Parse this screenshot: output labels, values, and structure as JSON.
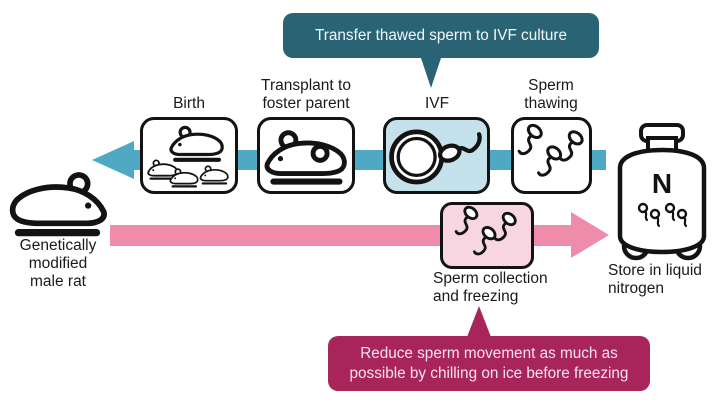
{
  "callouts": {
    "top": "Transfer thawed sperm to IVF culture",
    "bottom": "Reduce sperm movement as much as\npossible by chilling on ice before freezing"
  },
  "steps": {
    "birth": "Birth",
    "transplant": "Transplant to\nfoster parent",
    "ivf": "IVF",
    "thawing": "Sperm\nthawing",
    "collection": "Sperm collection\nand freezing",
    "store": "Store in liquid\nnitrogen",
    "source": "Genetically\nmodified\nmale rat"
  },
  "tank": {
    "letter": "N"
  },
  "icons": {
    "source-rat-icon": "adult rat outline facing right",
    "birth-icon": "mother rat with three pups",
    "foster-rat-icon": "rat outline with embryo circle",
    "egg-sperm-icon": "egg cell with approaching sperm",
    "thawed-sperm-icon": "three sperm cells",
    "collected-sperm-icon": "three sperm cells",
    "nitrogen-tank-icon": "liquid nitrogen dewar containing sperm"
  },
  "colors": {
    "top_callout": "#2a6374",
    "top_arrow": "#4fa9c4",
    "ivf_box": "#c5e2ec",
    "bottom_arrow": "#ef8cac",
    "collection_box": "#f7d6e1",
    "bottom_callout": "#a8255c",
    "outline": "#131313"
  }
}
